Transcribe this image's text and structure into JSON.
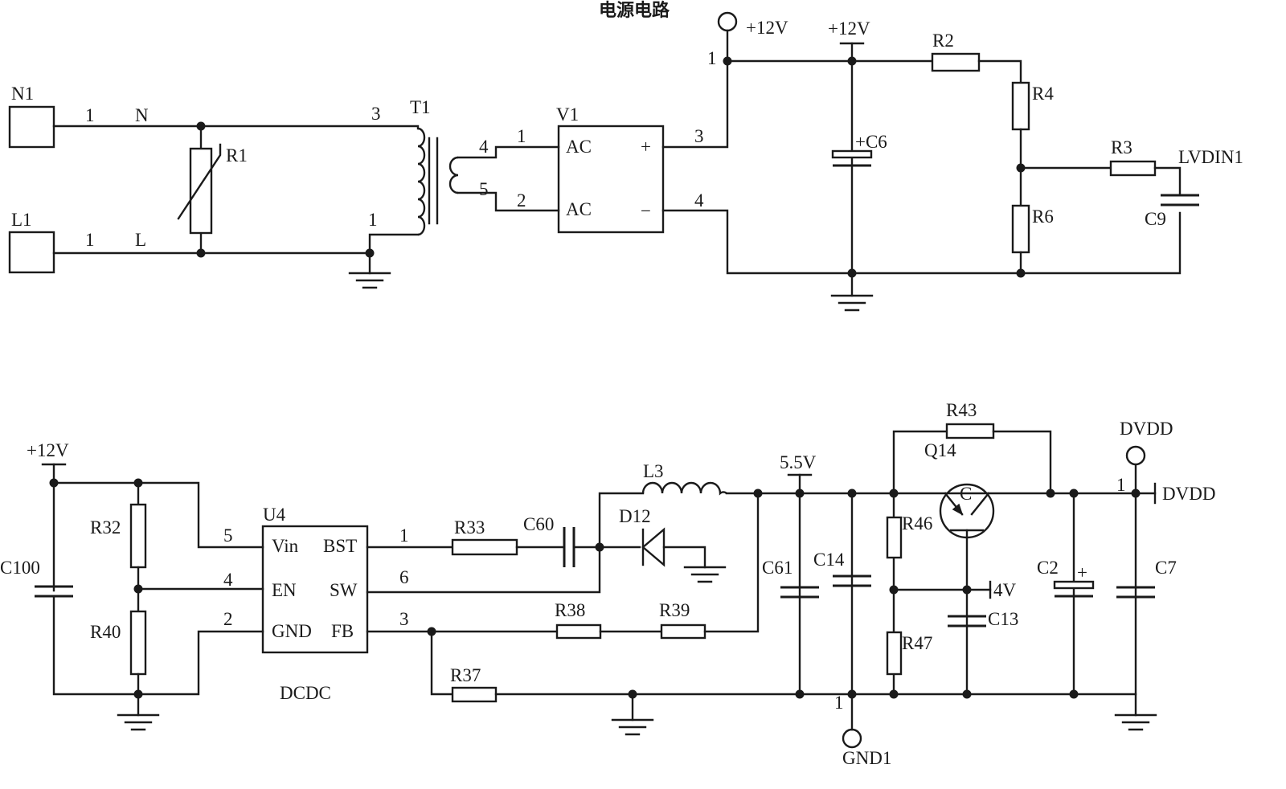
{
  "title": "电源电路",
  "parts": {
    "N1": "N1",
    "L1": "L1",
    "R1": "R1",
    "T1": "T1",
    "V1": "V1",
    "C6": "+C6",
    "R2": "R2",
    "R3": "R3",
    "R4": "R4",
    "R6": "R6",
    "C9": "C9",
    "LVDIN1": "LVDIN1",
    "U4": "U4",
    "DCDC": "DCDC",
    "R32": "R32",
    "R40": "R40",
    "C100": "C100",
    "R33": "R33",
    "C60": "C60",
    "L3": "L3",
    "D12": "D12",
    "R38": "R38",
    "R39": "R39",
    "R37": "R37",
    "C61": "C61",
    "C14": "C14",
    "R43": "R43",
    "Q14": "Q14",
    "R46": "R46",
    "R47": "R47",
    "C13": "C13",
    "C2": "C2",
    "C7": "C7",
    "GND1": "GND1"
  },
  "nets": {
    "n_label": "N",
    "l_label": "L",
    "v12_a": "+12V",
    "v12_b": "+12V",
    "v12_c": "+12V",
    "v5_5": "5.5V",
    "v4": "4V",
    "dvdd_top": "DVDD",
    "dvdd_right": "DVDD"
  },
  "pins": {
    "ac": "AC",
    "plus": "+",
    "minus": "−",
    "cap_plus": "+",
    "vin": "Vin",
    "en": "EN",
    "gnd": "GND",
    "bst": "BST",
    "sw": "SW",
    "fb": "FB",
    "q_c": "C",
    "n1_pin": "1",
    "l1_pin": "1",
    "t1_p3": "3",
    "t1_p1": "1",
    "t1_p4": "4",
    "t1_p5": "5",
    "v1_p1": "1",
    "v1_p2": "2",
    "v1_p3": "3",
    "v1_p4": "4",
    "v12_pin": "1",
    "u4_p5": "5",
    "u4_p4": "4",
    "u4_p2": "2",
    "u4_p1": "1",
    "u4_p6": "6",
    "u4_p3": "3",
    "gnd1_pin": "1",
    "dvdd_pin": "1"
  },
  "icons": [
    "power-port-icon",
    "ground-symbol-icon",
    "junction-dot-icon"
  ],
  "colors": {
    "ink": "#1a1a1a",
    "background": "#ffffff"
  }
}
